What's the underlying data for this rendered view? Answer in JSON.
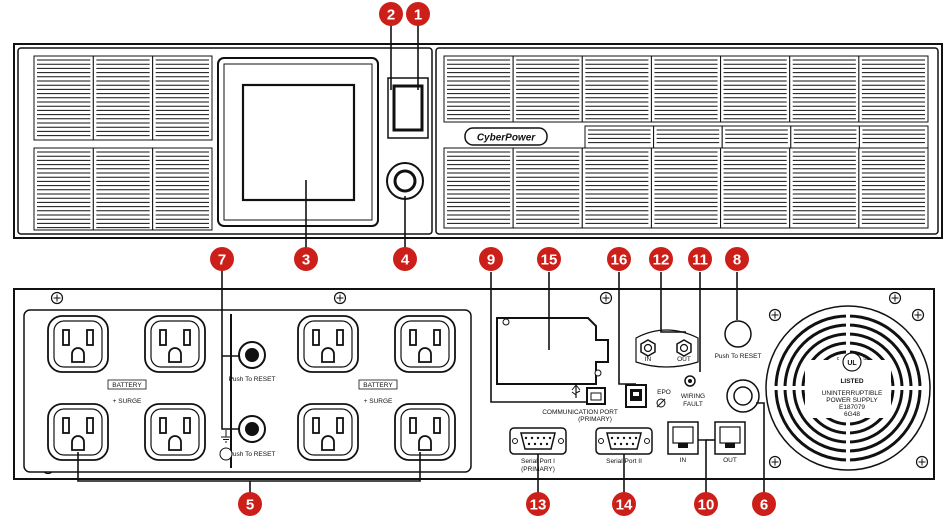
{
  "colors": {
    "callout": "#cc1f1a",
    "line": "#111111",
    "background": "#ffffff"
  },
  "front_panel": {
    "brand_logo": "CyberPower"
  },
  "rear_panel": {
    "battery_labels": [
      "BATTERY",
      "BATTERY"
    ],
    "surge_labels": [
      "+ SURGE",
      "+ SURGE"
    ],
    "reset_labels": [
      "Push To RESET",
      "Push To RESET",
      "Push To RESET"
    ],
    "epo_label": "EPO",
    "comm_port_label": "COMMUNICATION PORT",
    "comm_port_sub": "(PRIMARY)",
    "coax_in": "IN",
    "coax_out": "OUT",
    "wiring_fault_line1": "WIRING",
    "wiring_fault_line2": "FAULT",
    "serial1_line1": "Serial Port I",
    "serial1_line2": "(PRIMARY)",
    "serial2_label": "Serial Port II",
    "net_in": "IN",
    "net_out": "OUT",
    "cert_listed": "LISTED",
    "cert_line1": "UNINTERRUPTIBLE",
    "cert_line2": "POWER SUPPLY",
    "cert_line3": "E187079",
    "cert_line4": "6G48"
  },
  "callouts": [
    "1",
    "2",
    "3",
    "4",
    "5",
    "6",
    "7",
    "8",
    "9",
    "10",
    "11",
    "12",
    "13",
    "14",
    "15",
    "16"
  ]
}
